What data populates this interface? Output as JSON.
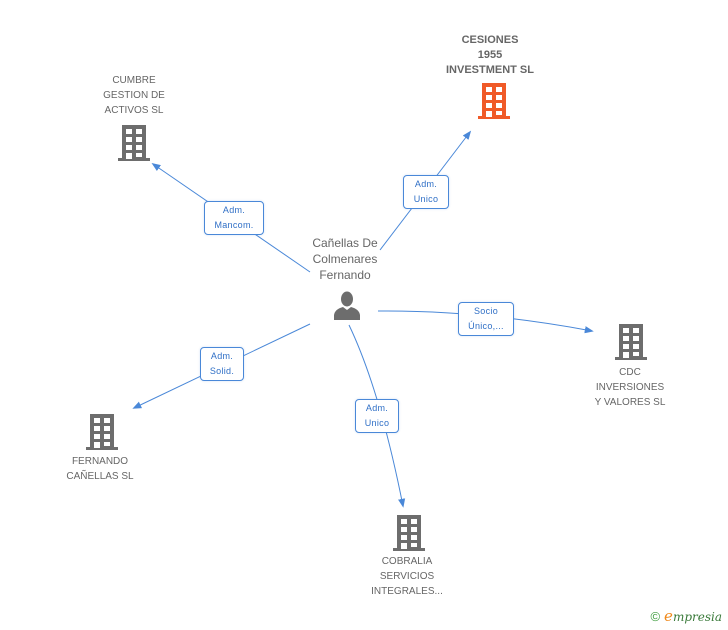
{
  "center": {
    "name": "Cañellas De\nColmenares\nFernando",
    "icon": "person-icon"
  },
  "companies": [
    {
      "id": "cesiones",
      "name": "CESIONES\n1955\nINVESTMENT SL",
      "highlighted": true,
      "color": "#f05a28"
    },
    {
      "id": "cumbre",
      "name": "CUMBRE\nGESTION DE\nACTIVOS  SL",
      "highlighted": false,
      "color": "#6d6d6d"
    },
    {
      "id": "cdc",
      "name": "CDC\nINVERSIONES\nY VALORES SL",
      "highlighted": false,
      "color": "#6d6d6d"
    },
    {
      "id": "fernando",
      "name": "FERNANDO\nCAÑELLAS SL",
      "highlighted": false,
      "color": "#6d6d6d"
    },
    {
      "id": "cobralia",
      "name": "COBRALIA\nSERVICIOS\nINTEGRALES...",
      "highlighted": false,
      "color": "#6d6d6d"
    }
  ],
  "edges": [
    {
      "to": "cesiones",
      "label": "Adm.\nUnico"
    },
    {
      "to": "cumbre",
      "label": "Adm.\nMancom."
    },
    {
      "to": "cdc",
      "label": "Socio\nÚnico,..."
    },
    {
      "to": "fernando",
      "label": "Adm.\nSolid."
    },
    {
      "to": "cobralia",
      "label": "Adm.\nUnico"
    }
  ],
  "colors": {
    "edge": "#4a88d8",
    "node_text": "#666666"
  },
  "footer": {
    "copyright": "©",
    "brand_initial": "e",
    "brand_rest": "mpresia"
  }
}
